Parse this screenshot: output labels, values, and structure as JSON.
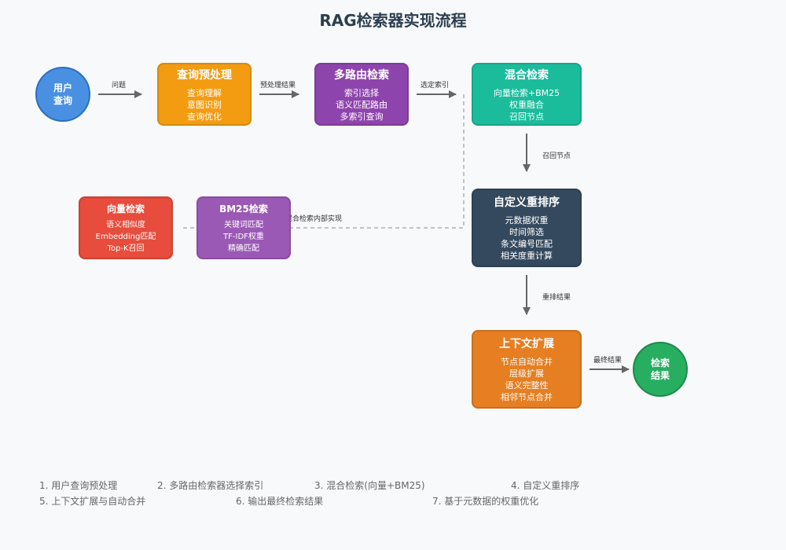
{
  "title": "RAG检索器实现流程",
  "nodes": {
    "user": {
      "lines": [
        "用户",
        "查询"
      ],
      "color": "#4a90e2"
    },
    "preprocess": {
      "title": "查询预处理",
      "lines": [
        "查询理解",
        "意图识别",
        "查询优化"
      ],
      "color": "#f39c12"
    },
    "multiroute": {
      "title": "多路由检索",
      "lines": [
        "索引选择",
        "语义匹配路由",
        "多索引查询"
      ],
      "color": "#8e44ad"
    },
    "hybrid": {
      "title": "混合检索",
      "lines": [
        "向量检索+BM25",
        "权重融合",
        "召回节点"
      ],
      "color": "#1abc9c"
    },
    "rerank": {
      "title": "自定义重排序",
      "lines": [
        "元数据权重",
        "时间筛选",
        "条文编号匹配",
        "相关度重计算"
      ],
      "color": "#34495e"
    },
    "context": {
      "title": "上下文扩展",
      "lines": [
        "节点自动合并",
        "层级扩展",
        "语义完整性",
        "相邻节点合并"
      ],
      "color": "#e67e22"
    },
    "result": {
      "lines": [
        "检索",
        "结果"
      ],
      "color": "#27ae60"
    },
    "vector": {
      "title": "向量检索",
      "lines": [
        "语义相似度",
        "Embedding匹配",
        "Top-K召回"
      ],
      "color": "#e74c3c"
    },
    "bm25": {
      "title": "BM25检索",
      "lines": [
        "关键词匹配",
        "TF-IDF权重",
        "精确匹配"
      ],
      "color": "#9b59b6"
    }
  },
  "edge_labels": {
    "e1": "问题",
    "e2": "预处理结果",
    "e3": "选定索引",
    "e4": "召回节点",
    "e5": "重排结果",
    "e6": "最终结果",
    "dashed": "混合检索内部实现"
  },
  "legend": [
    "1. 用户查询预处理",
    "2. 多路由检索器选择索引",
    "3. 混合检索(向量+BM25)",
    "4. 自定义重排序",
    "5. 上下文扩展与自动合并",
    "6. 输出最终检索结果",
    "7. 基于元数据的权重优化"
  ]
}
